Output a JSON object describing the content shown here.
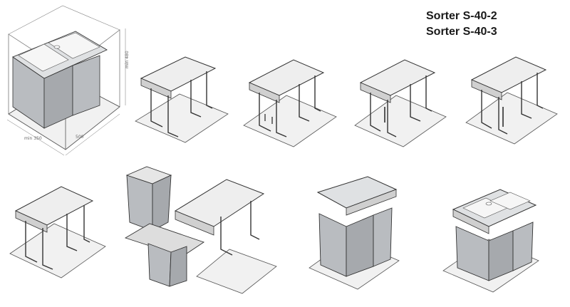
{
  "titles": {
    "line1": "Sorter S-40-2",
    "line2": "Sorter S-40-3"
  },
  "dimensions": {
    "width": "500",
    "depth": "min 350",
    "height": "min 480"
  },
  "colors": {
    "line": "#3a3a3a",
    "bin": "#b9bcc0",
    "lid": "#dfe1e3",
    "floor": "#f1f1f1",
    "frame": "#eeeeee"
  }
}
